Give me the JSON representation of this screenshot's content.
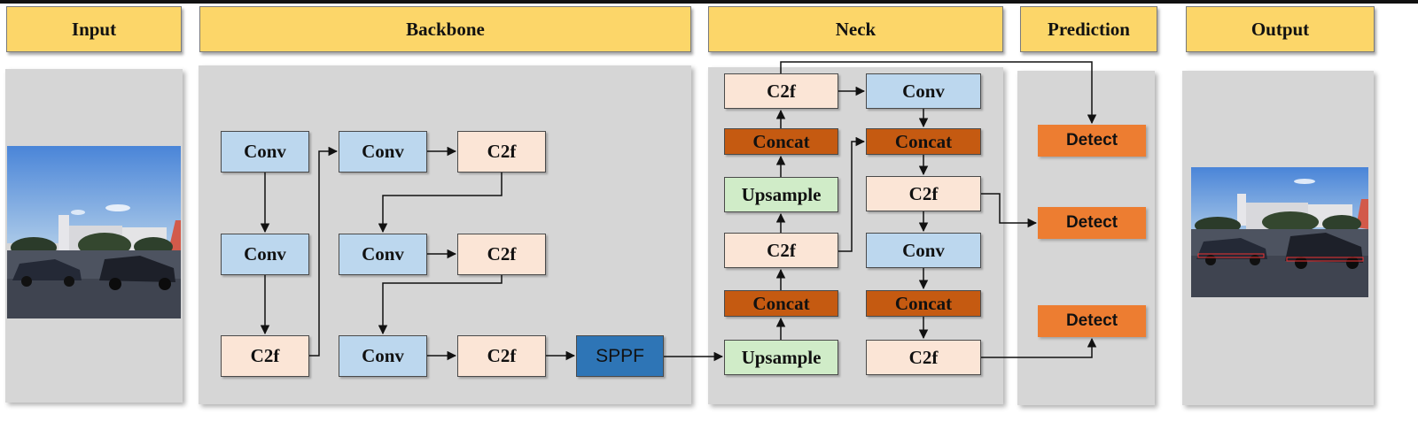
{
  "headers": {
    "input": "Input",
    "backbone": "Backbone",
    "neck": "Neck",
    "prediction": "Prediction",
    "output": "Output"
  },
  "backbone": {
    "col1": [
      "Conv",
      "Conv",
      "C2f"
    ],
    "col2": [
      "Conv",
      "Conv",
      "Conv"
    ],
    "col3": [
      "C2f",
      "C2f",
      "C2f"
    ],
    "sppf": "SPPF"
  },
  "neck": {
    "left": [
      "C2f",
      "Concat",
      "Upsample",
      "C2f",
      "Concat",
      "Upsample"
    ],
    "right": [
      "Conv",
      "Concat",
      "C2f",
      "Conv",
      "Concat",
      "C2f"
    ]
  },
  "prediction": {
    "detect": [
      "Detect",
      "Detect",
      "Detect"
    ]
  },
  "colors": {
    "header": "#fcd669",
    "conv": "#bcd7ee",
    "c2f": "#fbe5d6",
    "concat": "#c55a11",
    "upsample": "#d0ecc8",
    "sppf": "#2e75b6",
    "detect": "#ed7d31",
    "panel": "#d6d6d6"
  }
}
